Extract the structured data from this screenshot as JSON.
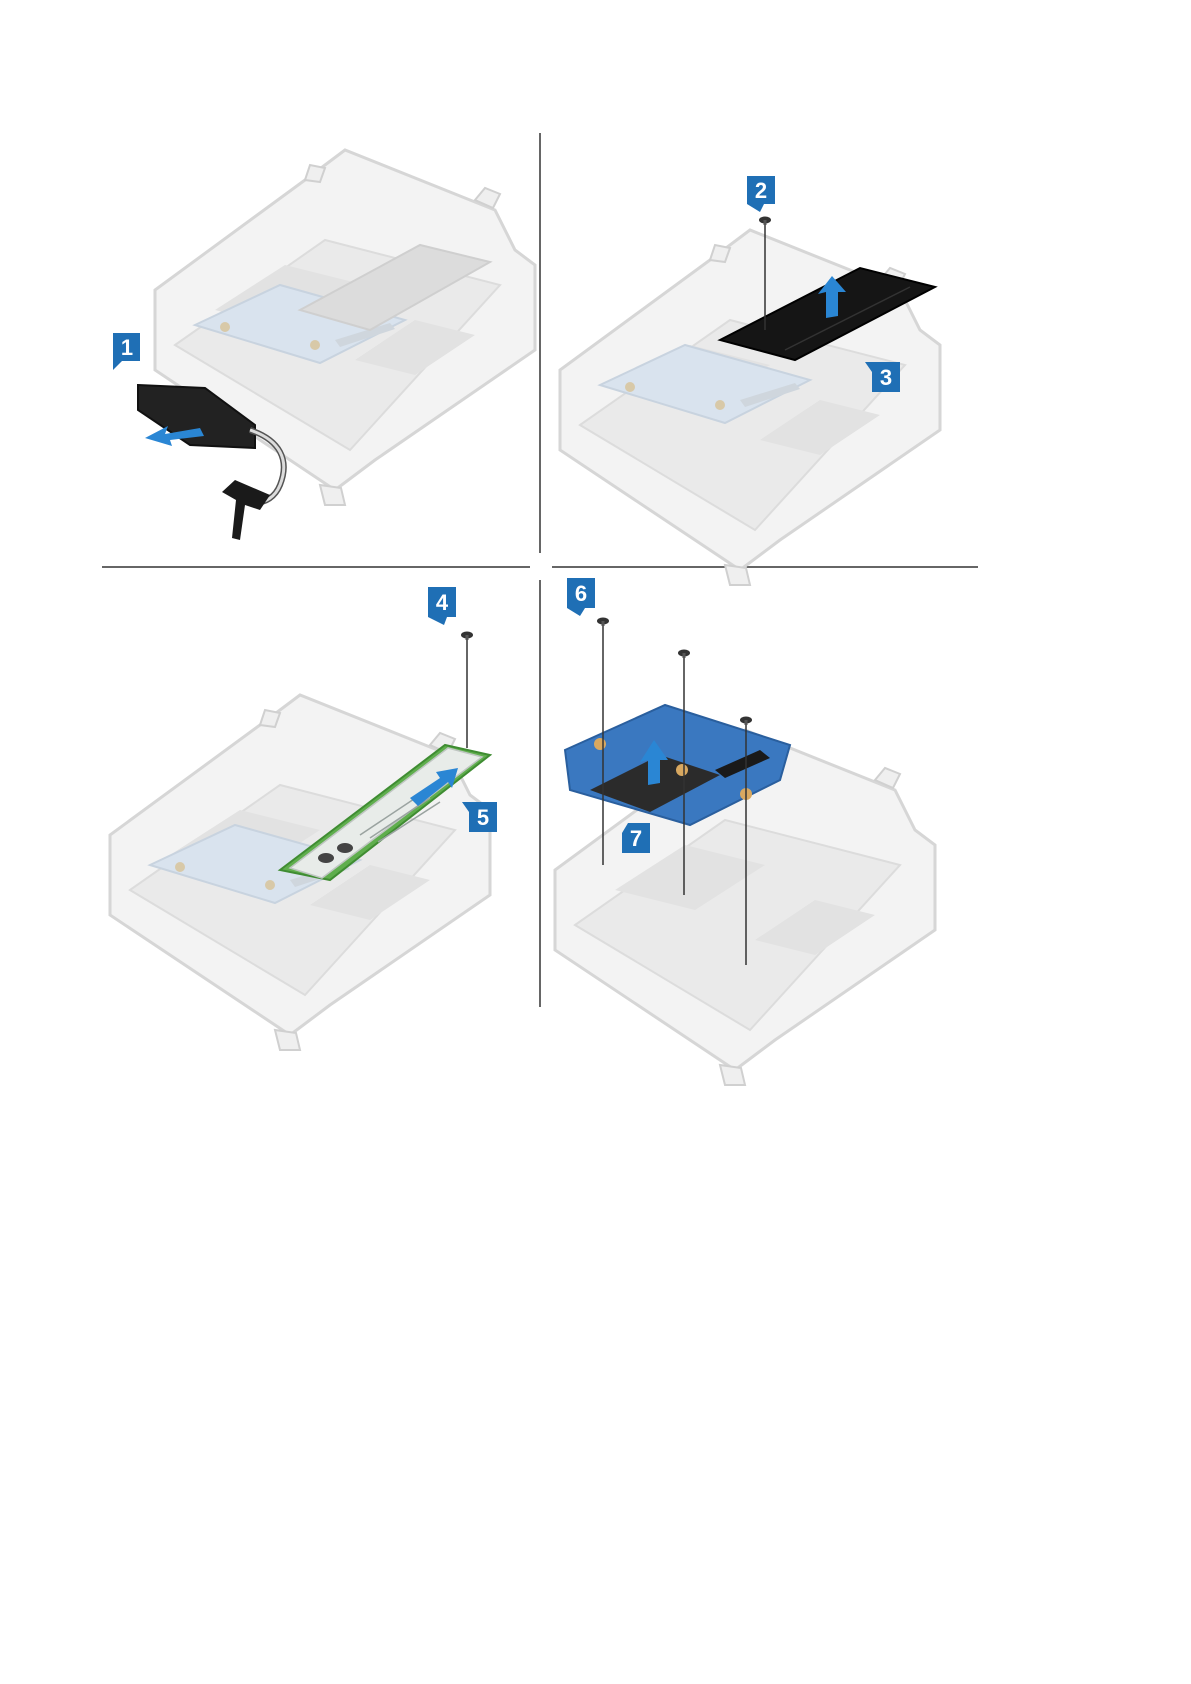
{
  "callouts": [
    {
      "id": "1",
      "label": "1"
    },
    {
      "id": "2",
      "label": "2"
    },
    {
      "id": "3",
      "label": "3"
    },
    {
      "id": "4",
      "label": "4"
    },
    {
      "id": "5",
      "label": "5"
    },
    {
      "id": "6",
      "label": "6"
    },
    {
      "id": "7",
      "label": "7"
    }
  ],
  "colors": {
    "callout": "#1f6fb5",
    "arrow": "#2a86d4",
    "bracket_stroke": "#d6d6d6",
    "bracket_fill": "#f3f3f3",
    "divider": "#333333",
    "ssd_pcb": "#5fae4d",
    "interposer_pcb": "#3a78c0"
  },
  "icons": {
    "callout": "callout-badge",
    "arrow": "direction-arrow",
    "screw": "screw-icon"
  }
}
